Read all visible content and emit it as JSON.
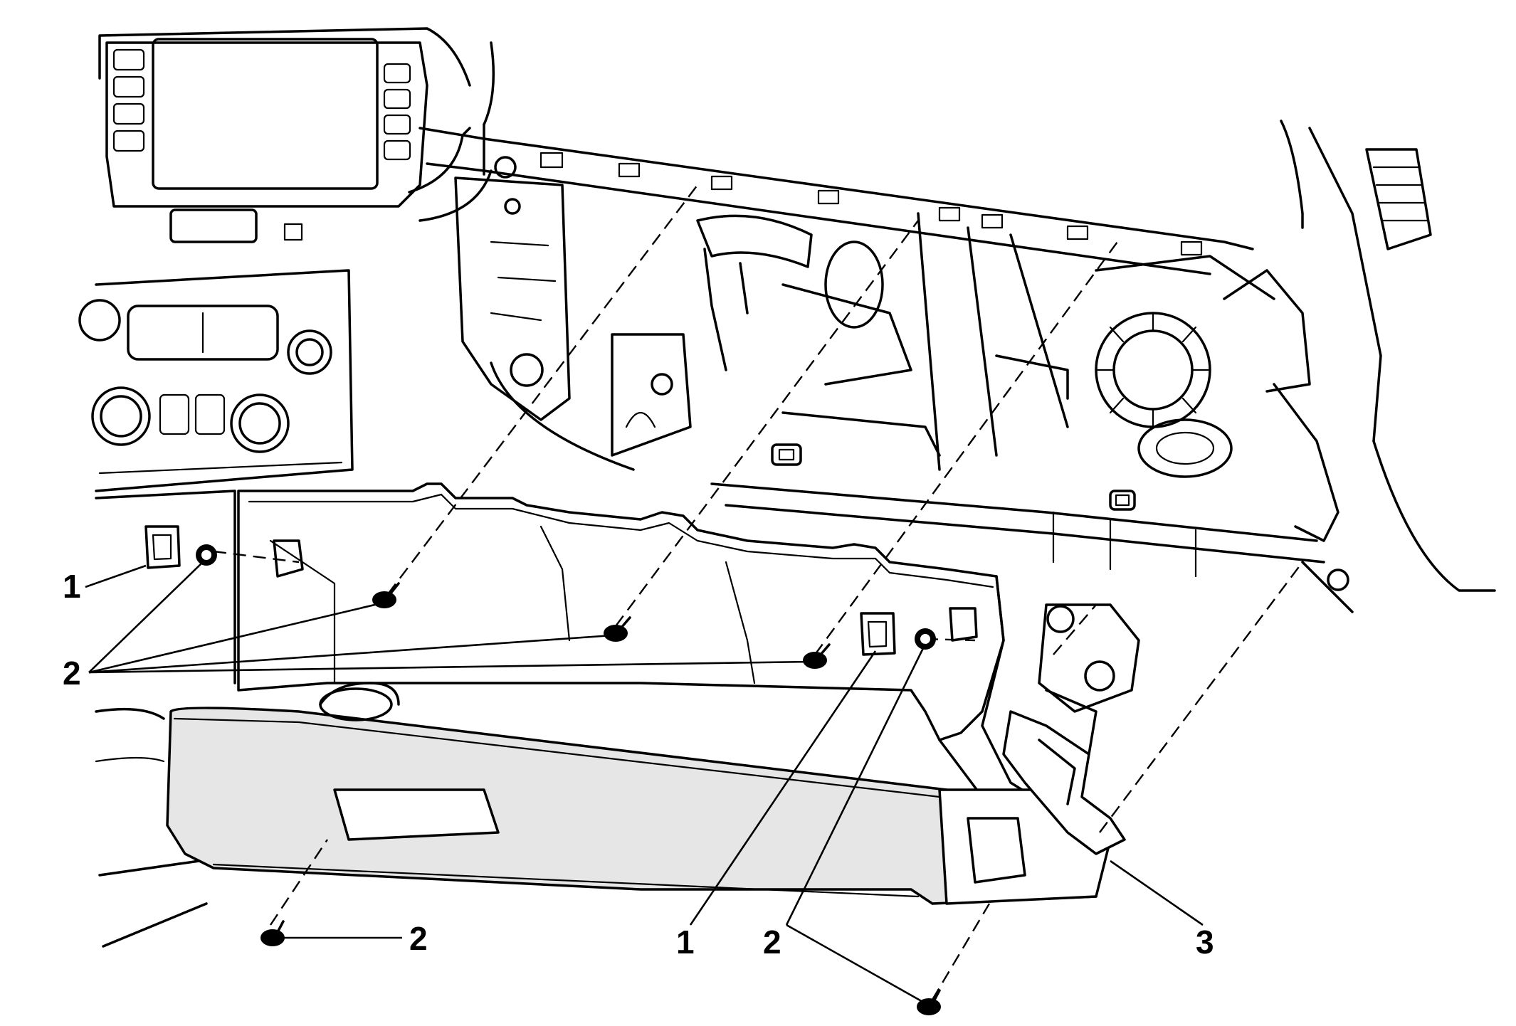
{
  "callouts": {
    "c1_left": "1",
    "c2_left": "2",
    "c2_bottom_left": "2",
    "c1_bottom": "1",
    "c2_bottom_right": "2",
    "c3": "3"
  }
}
